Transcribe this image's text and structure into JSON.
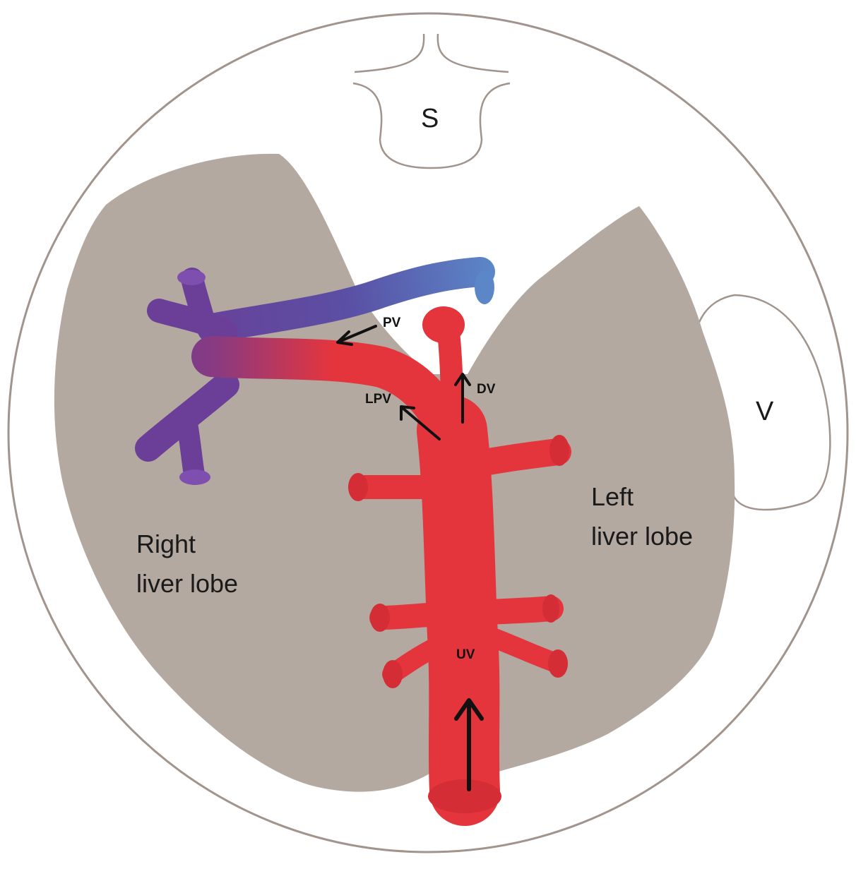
{
  "labels": {
    "spine": "S",
    "stomach": "V",
    "right_lobe_line1": "Right",
    "right_lobe_line2": "liver lobe",
    "left_lobe_line1": "Left",
    "left_lobe_line2": "liver lobe",
    "portal_vein": "PV",
    "left_portal_vein": "LPV",
    "ductus_venosus": "DV",
    "umbilical_vein": "UV"
  },
  "colors": {
    "liver": "#b3a9a1",
    "outline": "#a0948c",
    "umbilical_red": "#e4353d",
    "portal_blue": "#5b86c8",
    "mixed_purple": "#6b3f98",
    "arrow": "#111111"
  }
}
